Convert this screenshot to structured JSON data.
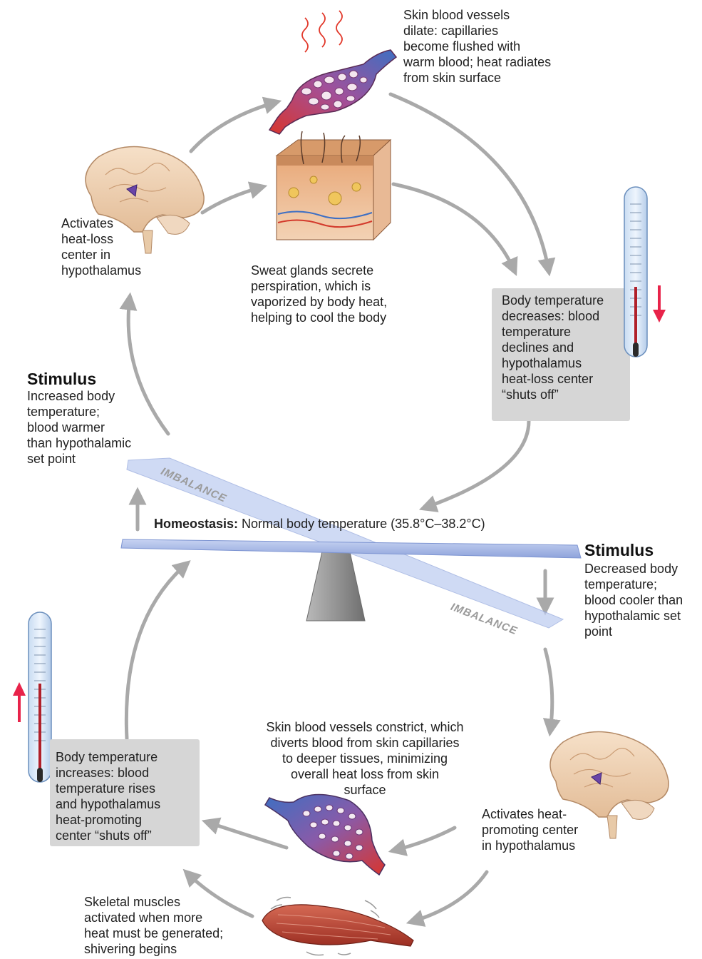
{
  "colors": {
    "arrow": "#a9a9a9",
    "alert_arrow": "#e8234a",
    "box": "#d6d6d6",
    "beam": "#a9b8e6",
    "fulcrum": "#8d8d8d",
    "mercury": "#b0202a"
  },
  "texts": {
    "skin_vessels_dilate": "Skin blood vessels\ndilate: capillaries\nbecome flushed with\nwarm blood; heat radiates\nfrom skin surface",
    "activates_heat_loss": "Activates\nheat-loss\ncenter in\nhypothalamus",
    "sweat_glands": "Sweat glands secrete\nperspiration, which is\nvaporized by body heat,\nhelping to cool the body",
    "body_temp_decreases": "Body temperature\ndecreases: blood\ntemperature\ndeclines and\nhypothalamus\nheat-loss center\n“shuts off”",
    "stimulus_top_heading": "Stimulus",
    "stimulus_top_body": "Increased body\ntemperature;\nblood warmer\nthan hypothalamic\nset point",
    "imbalance_top": "IMBALANCE",
    "imbalance_bottom": "IMBALANCE",
    "homeostasis_label": "Homeostasis:",
    "homeostasis_body": " Normal body temperature (35.8°C–38.2°C)",
    "stimulus_bottom_heading": "Stimulus",
    "stimulus_bottom_body": "Decreased body\ntemperature;\nblood cooler than\nhypothalamic set\npoint",
    "vessels_constrict": "Skin blood vessels constrict, which\ndiverts blood from skin capillaries\nto deeper tissues, minimizing\noverall heat loss from skin\nsurface",
    "body_temp_increases": "Body temperature\nincreases: blood\ntemperature rises\nand hypothalamus\nheat-promoting\ncenter “shuts off”",
    "activates_heat_promoting": "Activates heat-\npromoting center\nin hypothalamus",
    "skeletal_muscles": "Skeletal muscles\nactivated when more\nheat must be generated;\nshivering begins"
  },
  "icons": [
    "capillary-dilated-icon",
    "skin-cross-section-icon",
    "brain-icon",
    "thermometer-icon",
    "seesaw-icon",
    "capillary-constricted-icon",
    "muscle-icon"
  ]
}
